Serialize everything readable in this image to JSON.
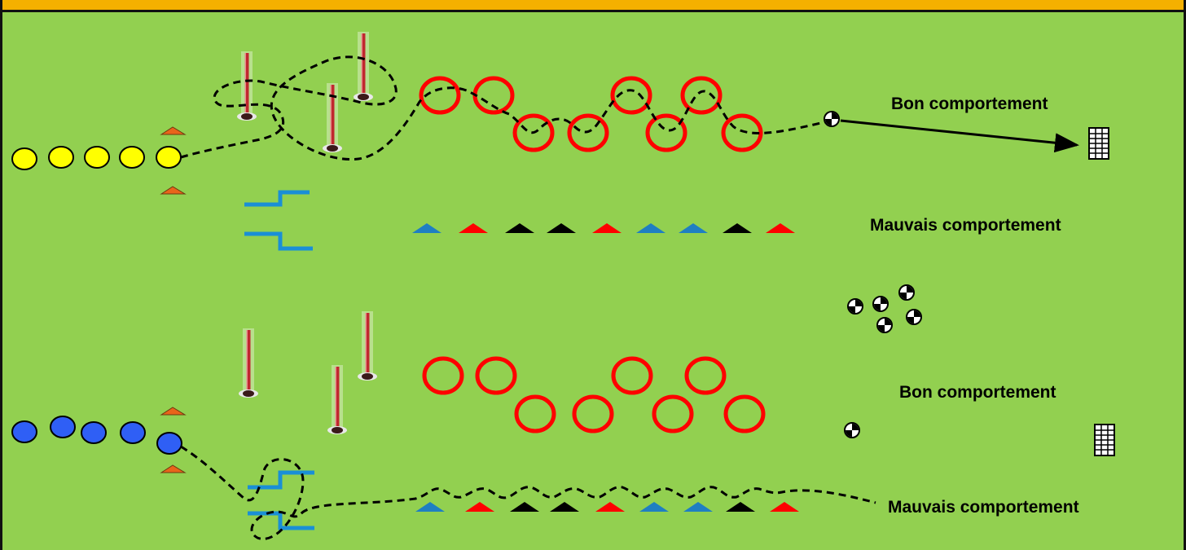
{
  "labels": {
    "top_good": "Bon comportement",
    "top_bad": "Mauvais comportement",
    "bottom_good": "Bon comportement",
    "bottom_bad": "Mauvais comportement"
  },
  "colors": {
    "field": "#92d050",
    "banner": "#f5b000",
    "ring": "#ff0000",
    "cone_blue": "#1f7fc2",
    "cone_red": "#ff0000",
    "cone_black": "#000000",
    "cone_orange": "#e8651a",
    "player_yellow": "#ffff00",
    "player_blue": "#2f5ff5",
    "hurdle": "#1a8fd6",
    "pole": "#c0282e"
  },
  "icons": {
    "ball": "soccer-ball-icon",
    "goal": "goal-net-icon",
    "pole": "slalom-pole-icon",
    "cone": "cone-marker-icon",
    "ring": "agility-ring-icon",
    "hurdle": "step-hurdle-icon",
    "player": "player-disc-icon"
  },
  "cone_sequence": [
    "blue",
    "red",
    "black",
    "black",
    "red",
    "blue",
    "blue",
    "black",
    "red"
  ]
}
